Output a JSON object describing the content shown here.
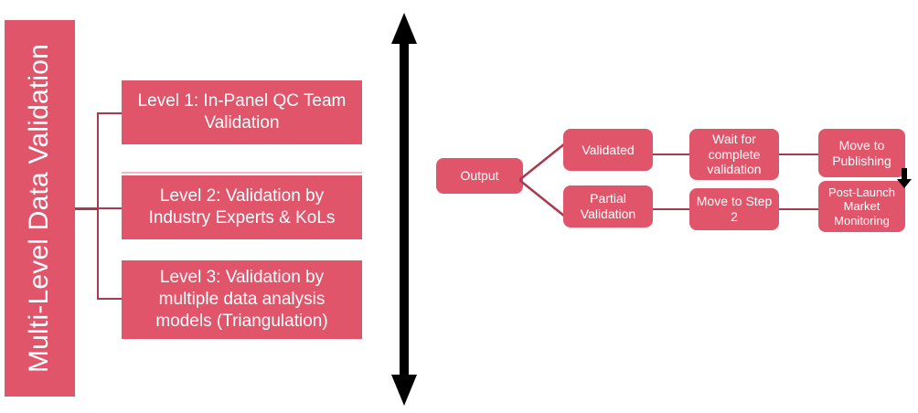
{
  "colors": {
    "box_fill": "#e0556a",
    "connector": "#a83a50",
    "text": "#ffffff",
    "arrow": "#000000",
    "background": "#ffffff"
  },
  "banner": {
    "label": "Multi-Level Data Validation"
  },
  "levels": [
    {
      "id": "level-1",
      "label": "Level 1: In-Panel QC Team Validation"
    },
    {
      "id": "level-2",
      "label": "Level 2: Validation by Industry Experts & KoLs"
    },
    {
      "id": "level-3",
      "label": "Level 3: Validation by multiple data analysis models (Triangulation)"
    }
  ],
  "flow": {
    "output": {
      "label": "Output"
    },
    "branches": [
      {
        "condition": "Validated",
        "action": "Wait for complete validation",
        "outcome": "Move to Publishing"
      },
      {
        "condition": "Partial Validation",
        "action": "Move to Step 2",
        "outcome": "Post-Launch Market Monitoring"
      }
    ]
  },
  "icons": {
    "divider": "double-headed-vertical-arrow-icon",
    "cursor": "down-arrow-cursor-icon"
  }
}
